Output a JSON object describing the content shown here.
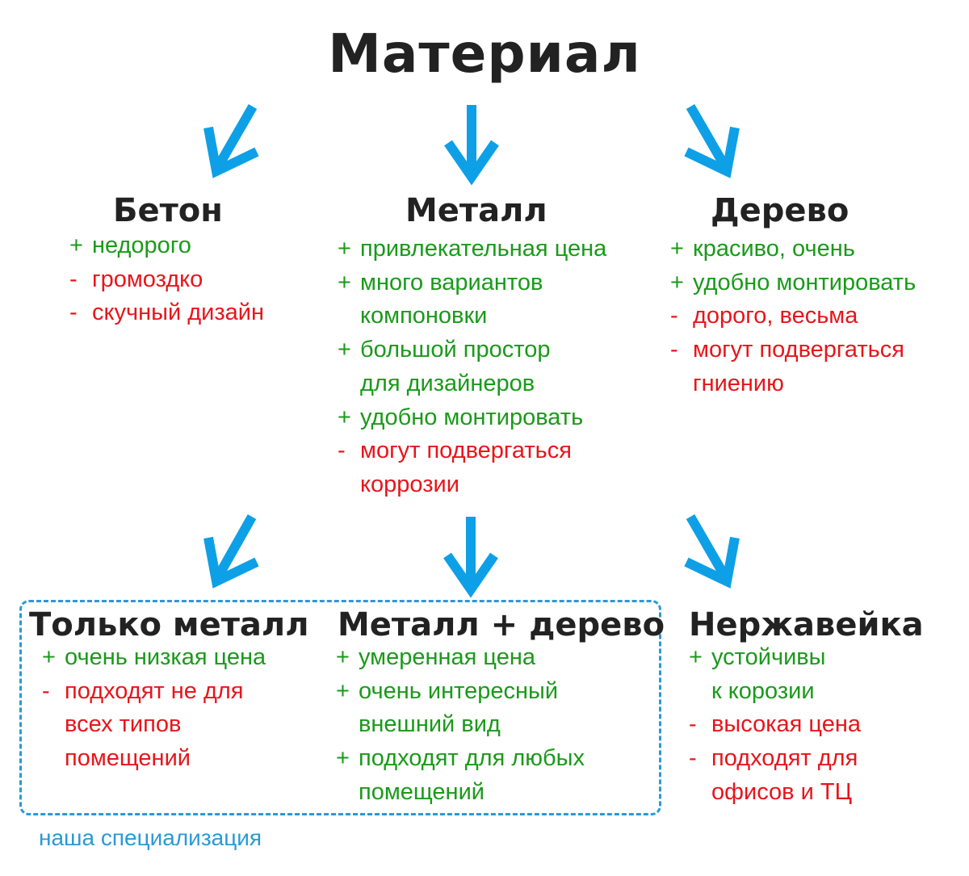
{
  "title": "Материал",
  "colors": {
    "accent": "#0ea0e6",
    "pro": "#1a9a1a",
    "con": "#e8151b",
    "note": "#2a9ad6"
  },
  "materials": [
    {
      "heading": "Бетон",
      "items": [
        {
          "mark": "+",
          "text": "недорого"
        },
        {
          "mark": "-",
          "text": "громоздко"
        },
        {
          "mark": "-",
          "text": "скучный дизайн"
        }
      ]
    },
    {
      "heading": "Металл",
      "items": [
        {
          "mark": "+",
          "lines": [
            "привлекательная цена"
          ]
        },
        {
          "mark": "+",
          "lines": [
            "много вариантов",
            "компоновки"
          ]
        },
        {
          "mark": "+",
          "lines": [
            "большой простор",
            "для дизайнеров"
          ]
        },
        {
          "mark": "+",
          "lines": [
            "удобно монтировать"
          ]
        },
        {
          "mark": "-",
          "lines": [
            "могут подвергаться",
            "коррозии"
          ]
        }
      ]
    },
    {
      "heading": "Дерево",
      "items": [
        {
          "mark": "+",
          "lines": [
            "красиво, очень"
          ]
        },
        {
          "mark": "+",
          "lines": [
            "удобно монтировать"
          ]
        },
        {
          "mark": "-",
          "lines": [
            "дорого, весьма"
          ]
        },
        {
          "mark": "-",
          "lines": [
            "могут подвергаться",
            "гниению"
          ]
        }
      ]
    }
  ],
  "options": [
    {
      "heading": "Только металл",
      "items": [
        {
          "mark": "+",
          "lines": [
            "очень низкая цена"
          ]
        },
        {
          "mark": "-",
          "lines": [
            "подходят не для",
            "всех типов",
            "помещений"
          ]
        }
      ]
    },
    {
      "heading": "Металл + дерево",
      "items": [
        {
          "mark": "+",
          "lines": [
            "умеренная цена"
          ]
        },
        {
          "mark": "+",
          "lines": [
            "очень интересный",
            "внешний вид"
          ]
        },
        {
          "mark": "+",
          "lines": [
            "подходят для любых",
            "помещений"
          ]
        }
      ]
    },
    {
      "heading": "Нержавейка",
      "items": [
        {
          "mark": "+",
          "lines": [
            "устойчивы",
            "к корозии"
          ]
        },
        {
          "mark": "-",
          "lines": [
            "высокая цена"
          ]
        },
        {
          "mark": "-",
          "lines": [
            "подходят для",
            "офисов и ТЦ"
          ]
        }
      ]
    }
  ],
  "specialization_note": "наша специализация"
}
